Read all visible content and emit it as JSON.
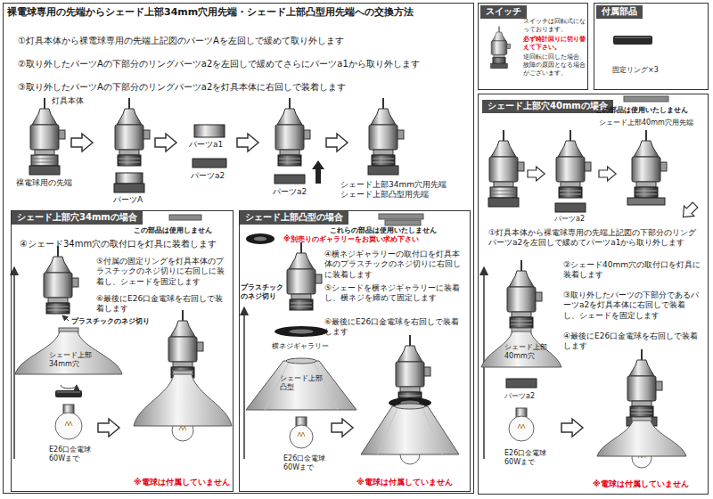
{
  "diagram": {
    "nodes": [
      {
        "text": [
          "裸電球専用の先端からシェード上部34mm穴用先端・シェード上部凸型用先端への交換方法"
        ]
      },
      {
        "text": [
          "シェード上部穴34mmの場合"
        ],
        "in": 0
      },
      {
        "text": [
          "シェード上部凸型の場合"
        ],
        "in": 0
      },
      {
        "text": [
          "スイッチ",
          "スイッチは回転式になっております。",
          "必ず時計回りに切り替えて下さい。",
          "逆回転に回した場合、故障の原因となる場合がございます。"
        ]
      },
      {
        "text": [
          "付属部品",
          "固定リング×3"
        ]
      },
      {
        "text": [
          "シェード上部穴40mmの場合"
        ]
      }
    ],
    "labels": [
      "①灯具本体から裸電球専用の先端上記図のパーツAを左回しで緩めて取り外します",
      "②取り外したパーツAの下部分のリングパーツa2を左回しで緩めてさらにパーツa1から取り外します",
      "③取り外したパーツAの下部分のリングパーツa2を灯具本体に右回しで装着します",
      "灯具本体",
      "裸電球用の先端",
      "パーツA",
      "パーツa1",
      "パーツa2",
      "パーツa2",
      "シェード上部34mm穴用先端 シェード上部凸型用先端",
      "この部品は使用しません",
      "④シェード34mm穴の取付口を灯具に装着します",
      "⑤付属の固定リングを灯具本体のプラスチックのネジ切りに右回しに装着し、シェードを固定します",
      "⑥最後にE26口金電球を右回しで装着します",
      "プラスチックのネジ切り",
      "シェード上部 34mm穴",
      "E26口金電球 60Wまで",
      "※電球は付属していません",
      "これらの部品は使用いたしません",
      "※別売りのギャラリーをお買い求め下さい",
      "④横ネジギャラリーの取付口を灯具本体のプラスチックのネジ切りに右回しに装着します",
      "プラスチック のネジ切り",
      "⑤シェードを横ネジギャラリーに装着し、横ネジを締めて固定します",
      "⑥最後にE26口金電球を右回しで装着します",
      "横ネジギャラリー",
      "シェード上部 凸型",
      "E26口金電球 60Wまで",
      "※電球は付属していません",
      "この部品は使用いたしません",
      "シェード上部40mm穴用先端",
      "パーツa2",
      "①灯具本体から裸電球専用の先端上記図の下部分のリングパーツa2を左回しで緩めてパーツa1から取り外します",
      "②シェード40mm穴の取付口を灯具に装着します",
      "③取り外したパーツの下部分であるパーツa2を灯具本体に右回しで装着し、シェードを固定します",
      "④最後にE26口金電球を右回しで装着します",
      "シェード上部 40mm穴",
      "パーツa2",
      "E26口金電球 60Wまで",
      "※電球は付属していません"
    ]
  }
}
